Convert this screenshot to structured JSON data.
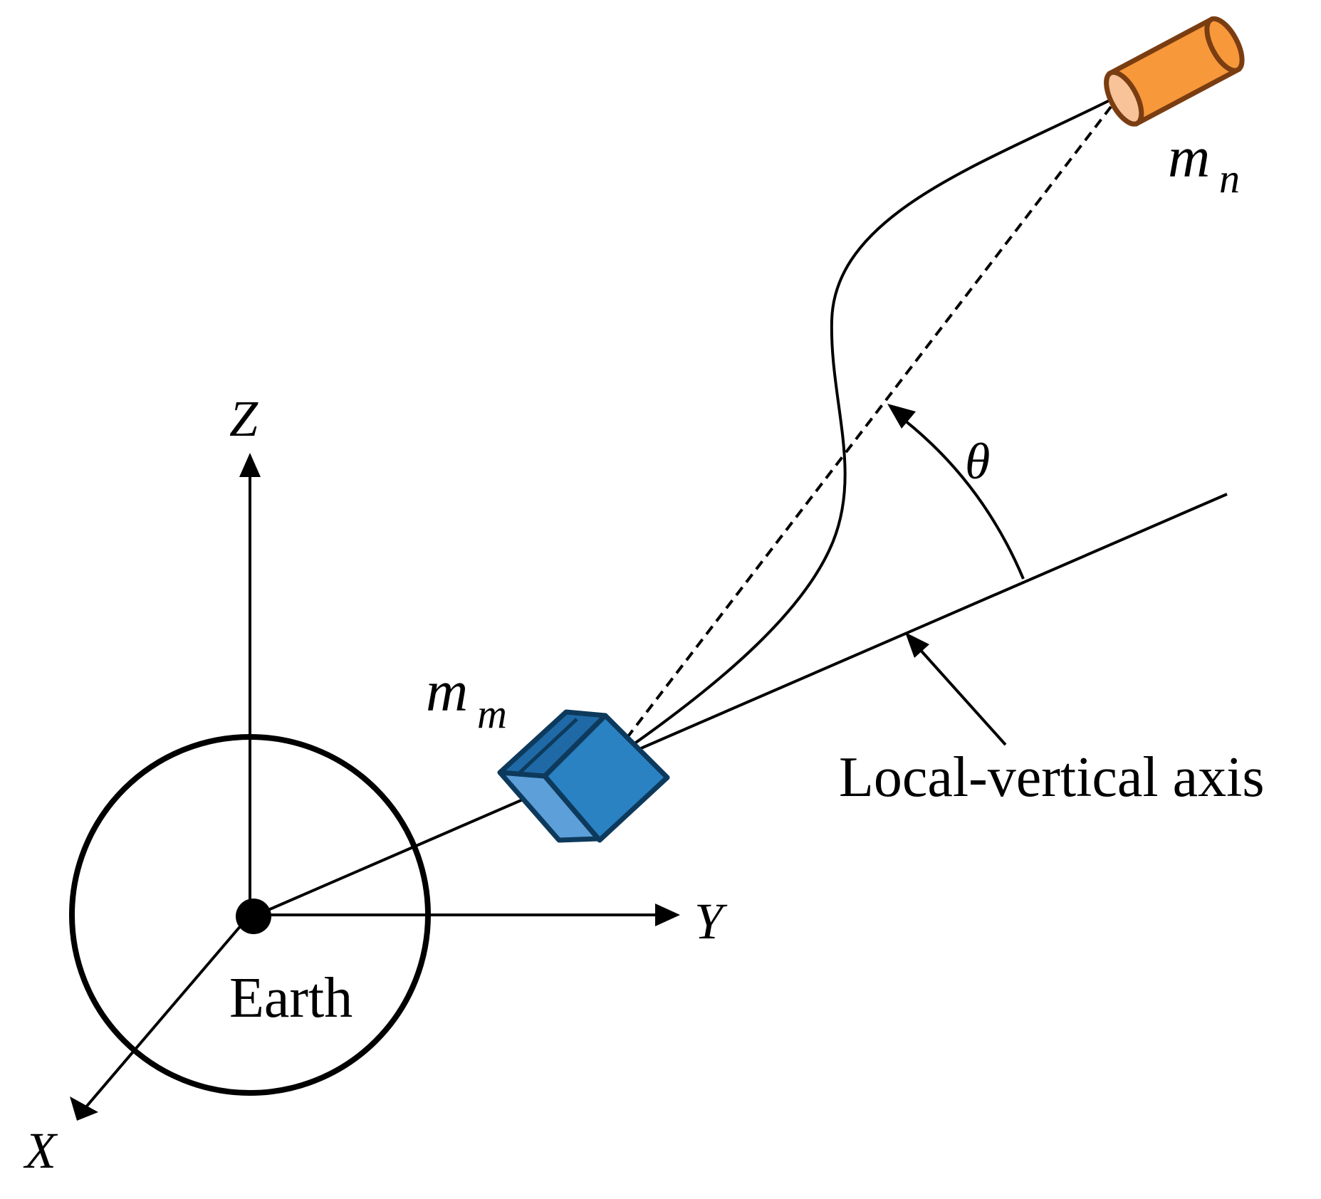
{
  "labels": {
    "axis_x": "X",
    "axis_y": "Y",
    "axis_z": "Z",
    "earth": "Earth",
    "local_vertical_axis": "Local-vertical axis",
    "angle_theta": "θ",
    "mass_main_symbol": "m",
    "mass_main_subscript": "m",
    "mass_end_symbol": "m",
    "mass_end_subscript": "n"
  },
  "colors": {
    "line": "#000000",
    "cube_front": "#2a82c2",
    "cube_top": "#1f6aa6",
    "cube_side": "#5c9fd9",
    "cube_edge": "#0d3a5c",
    "cylinder_body": "#f7983a",
    "cylinder_end": "#f9c39a",
    "cylinder_edge": "#7a3d12"
  }
}
